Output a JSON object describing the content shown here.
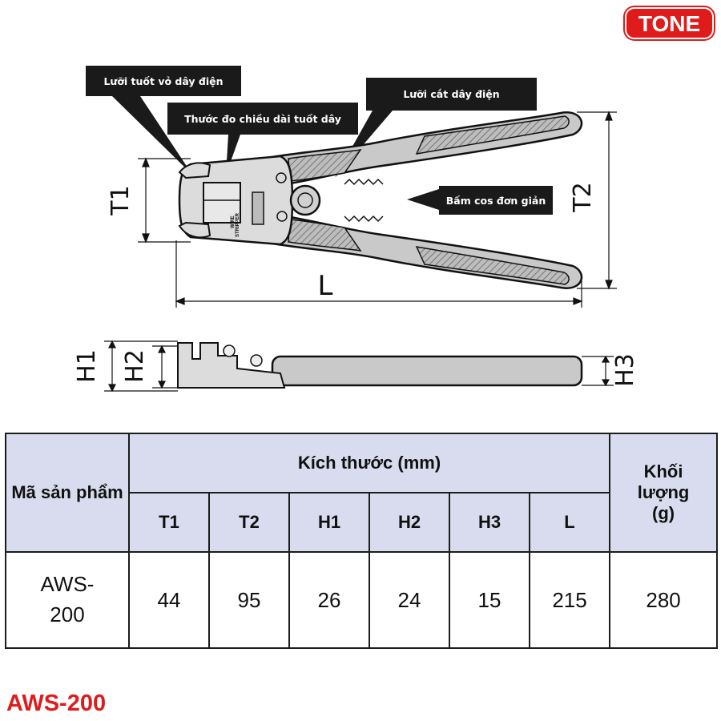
{
  "brand": {
    "logo_text": "TONE",
    "color": "#e01b1b"
  },
  "callouts": {
    "strip_blade": "Lưỡi tuốt vỏ dây điện",
    "length_gauge": "Thước đo chiều dài tuốt dây",
    "cut_blade": "Lưỡi cắt dây điện",
    "crimp": "Bấm cos đơn giản"
  },
  "dimension_labels": {
    "T1": "T1",
    "T2": "T2",
    "L": "L",
    "H1": "H1",
    "H2": "H2",
    "H3": "H3"
  },
  "tool_markings": {
    "line1": "WIRE",
    "line2": "STRIPPER"
  },
  "table": {
    "header_product": "Mã sản phẩm",
    "header_dimensions": "Kích thước (mm)",
    "header_weight": "Khối lượng (g)",
    "columns": [
      "T1",
      "T2",
      "H1",
      "H2",
      "H3",
      "L"
    ],
    "row": {
      "product": "AWS-200",
      "values": [
        "44",
        "95",
        "26",
        "24",
        "15",
        "215"
      ],
      "weight": "280"
    }
  },
  "product_code": "AWS-200"
}
